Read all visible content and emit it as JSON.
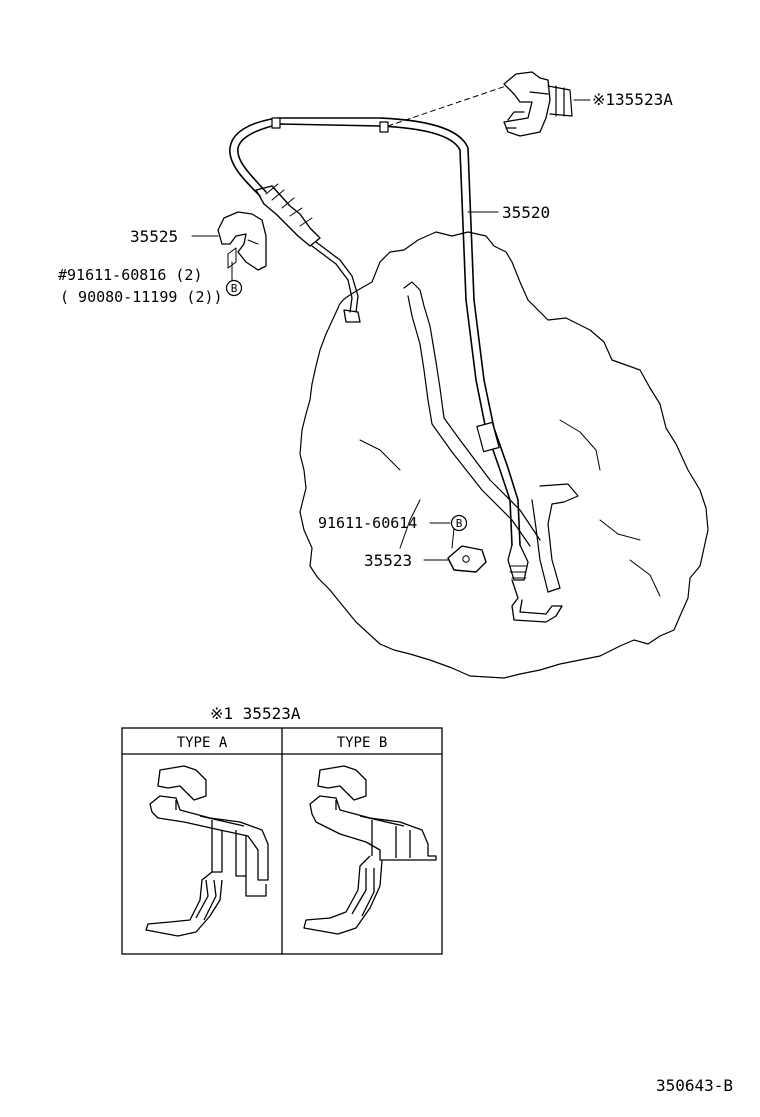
{
  "callouts": {
    "bracket_main": "※135523A",
    "cable": "35520",
    "clip": "35525",
    "bolt_upper_1": "#91611-60816 (2)",
    "bolt_upper_2": "( 90080-11199 (2))",
    "bolt_lower": "91611-60614",
    "plate": "35523",
    "marker_letter": "B"
  },
  "inset": {
    "title": "※1  35523A",
    "type_a": "TYPE A",
    "type_b": "TYPE B"
  },
  "diagram_ref": "350643-B",
  "colors": {
    "line": "#000000",
    "background": "#ffffff"
  }
}
